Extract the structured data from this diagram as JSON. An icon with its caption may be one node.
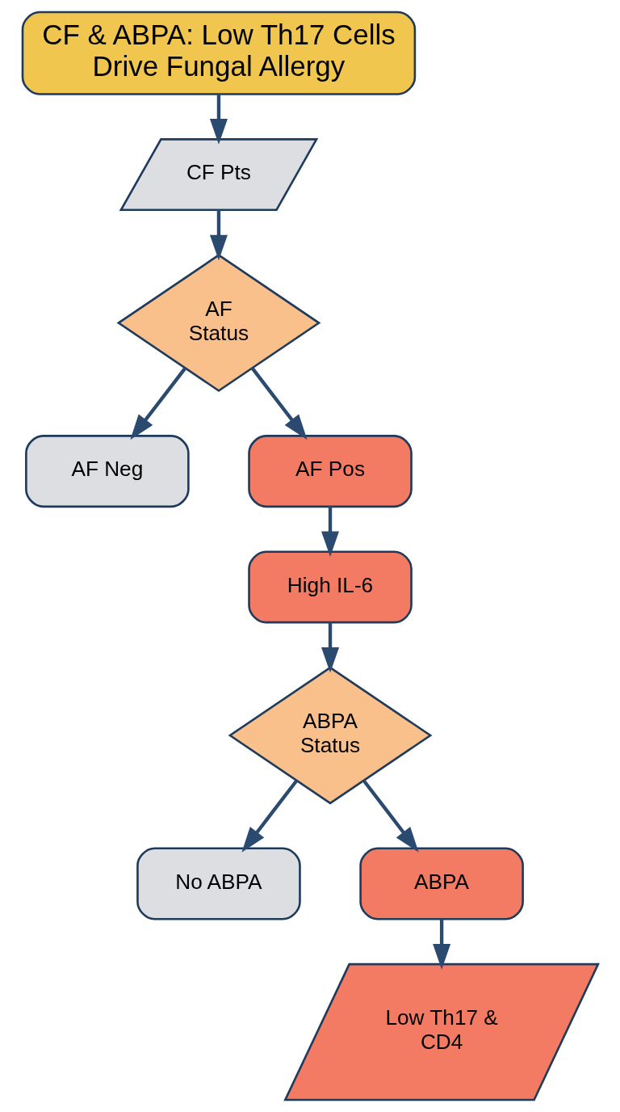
{
  "diagram": {
    "nodes": [
      {
        "text": [
          "CF & ABPA: Low Th17 Cells Drive Fungal Allergy"
        ]
      },
      {
        "text": [
          "CF Pts"
        ]
      },
      {
        "text": [
          "AF Status"
        ]
      },
      {
        "text": [
          "AF Neg"
        ]
      },
      {
        "text": [
          "AF Pos"
        ]
      },
      {
        "text": [
          "High IL-6"
        ]
      },
      {
        "text": [
          "ABPA Status"
        ]
      },
      {
        "text": [
          "No ABPA"
        ]
      },
      {
        "text": [
          "ABPA"
        ]
      },
      {
        "text": [
          "Low Th17 & CD4"
        ]
      }
    ],
    "edges": [
      {
        "from": 0,
        "to": 1,
        "arrow": "to"
      },
      {
        "from": 1,
        "to": 2,
        "arrow": "to"
      },
      {
        "from": 2,
        "to": 3,
        "arrow": "to"
      },
      {
        "from": 2,
        "to": 4,
        "arrow": "to"
      },
      {
        "from": 4,
        "to": 5,
        "arrow": "to"
      },
      {
        "from": 5,
        "to": 6,
        "arrow": "to"
      },
      {
        "from": 6,
        "to": 7,
        "arrow": "to"
      },
      {
        "from": 6,
        "to": 8,
        "arrow": "to"
      },
      {
        "from": 8,
        "to": 9,
        "arrow": "to"
      }
    ]
  }
}
